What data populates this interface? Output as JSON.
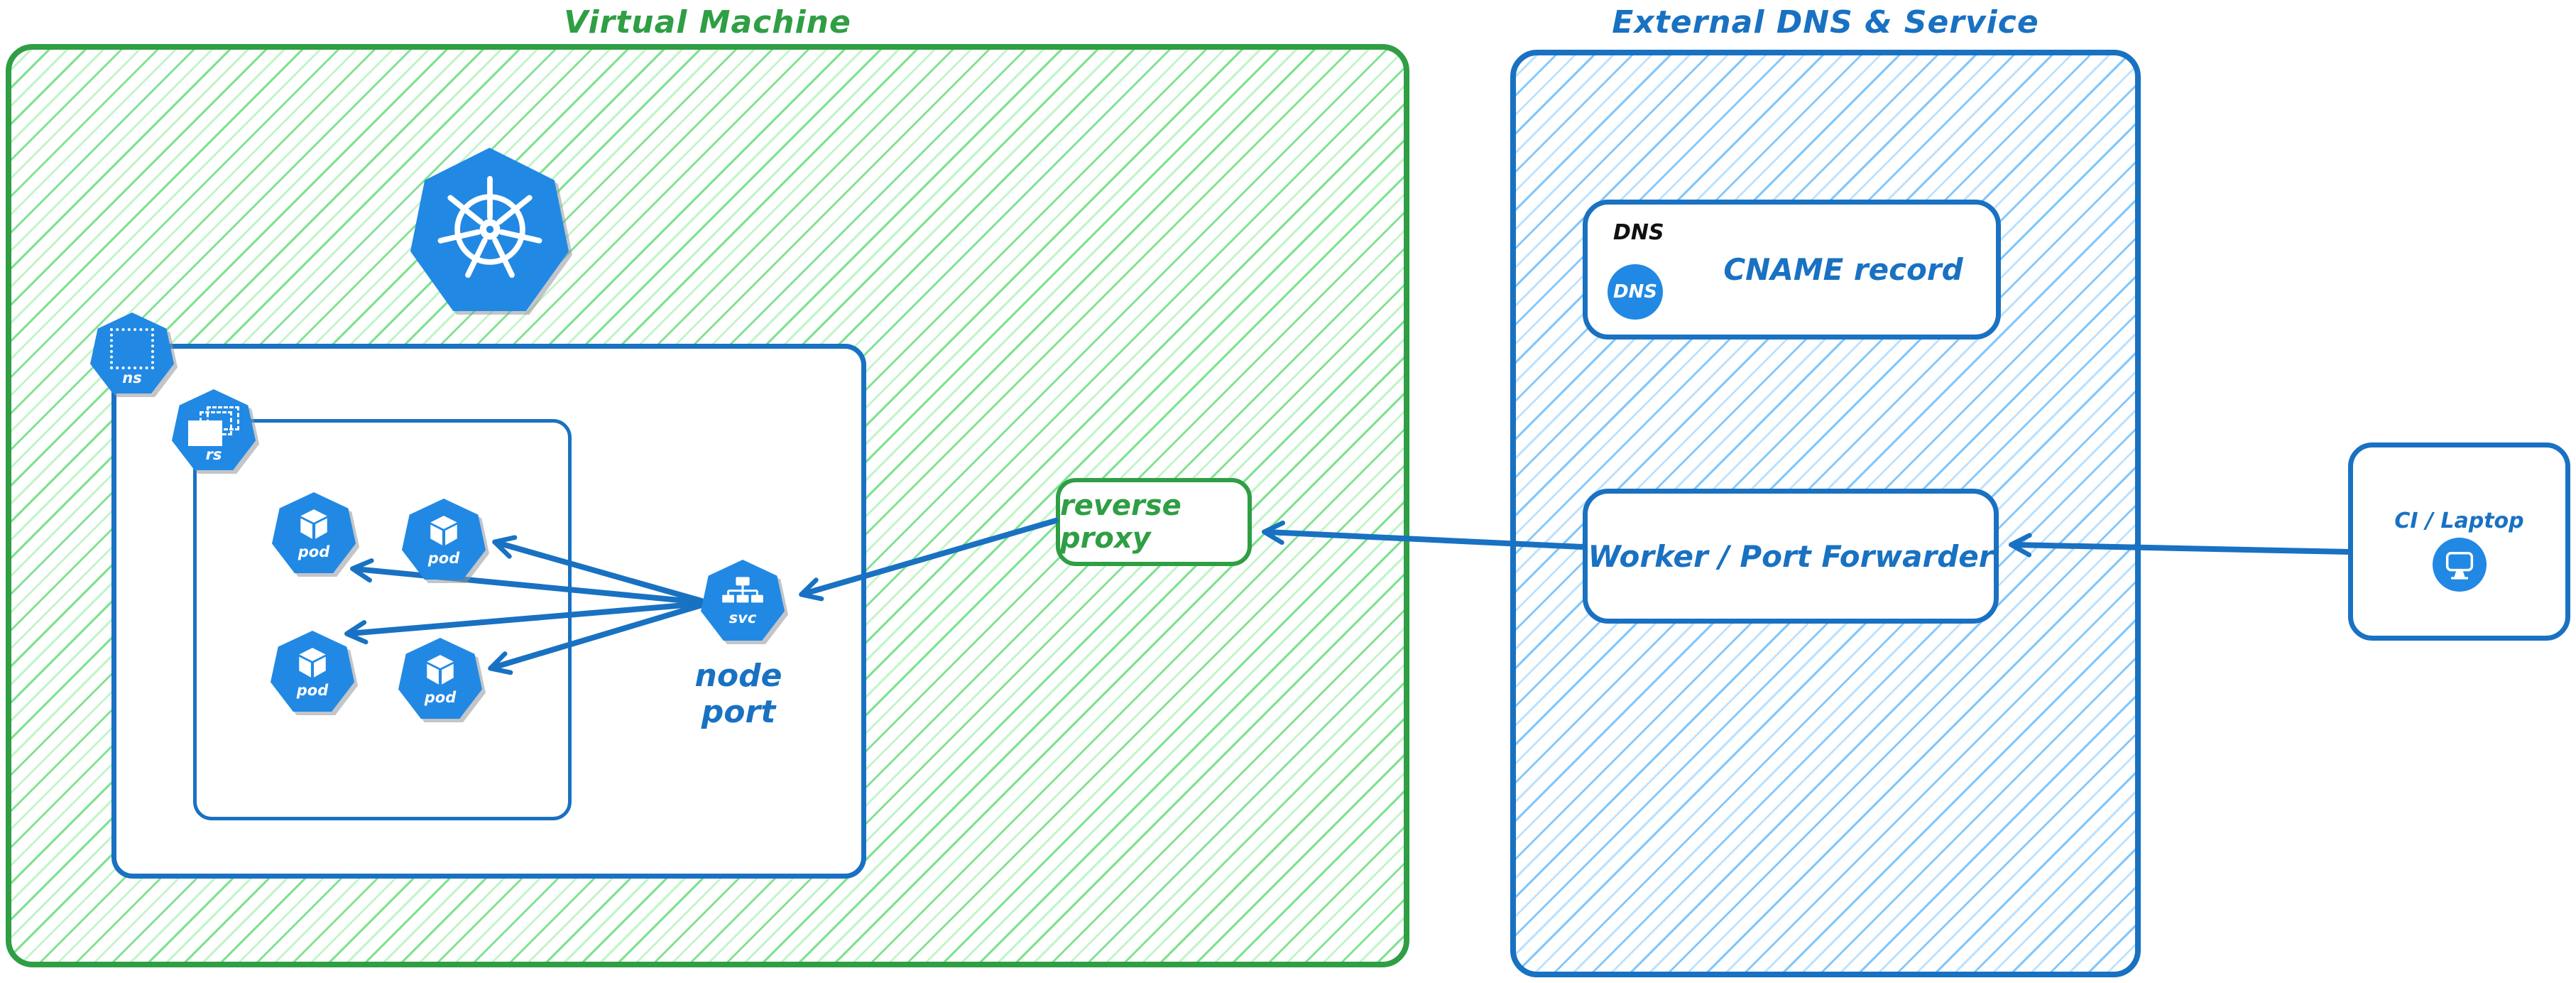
{
  "vm": {
    "title": "Virtual Machine",
    "reverse_proxy_label": "reverse proxy",
    "node_port_label": "node port",
    "ns_label": "ns",
    "rs_label": "rs",
    "svc_label": "svc",
    "pods": [
      "pod",
      "pod",
      "pod",
      "pod"
    ]
  },
  "external": {
    "title": "External DNS & Service",
    "dns_tag": "DNS",
    "dns_icon_label": "DNS",
    "cname_label": "CNAME record",
    "worker_label": "Worker / Port Forwarder"
  },
  "client": {
    "label": "CI / Laptop"
  },
  "colors": {
    "green": "#2f9e44",
    "green_hatch": "#b2f2bb",
    "blue": "#1971c2",
    "blue_hatch": "#a5d8ff",
    "icon_blue": "#2189e4",
    "dns_tag_color": "#111111"
  }
}
